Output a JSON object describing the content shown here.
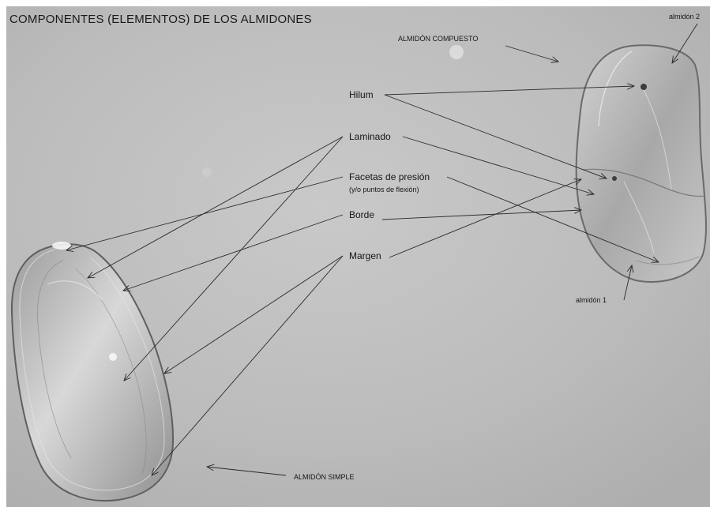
{
  "figure": {
    "title": "COMPONENTES (ELEMENTOS) DE LOS ALMIDONES",
    "labels": {
      "compound_starch": "ALMIDÓN COMPUESTO",
      "simple_starch": "ALMIDÓN SIMPLE",
      "starch_1": "almidón 1",
      "starch_2": "almidón 2",
      "hilum": "Hilum",
      "laminado": "Laminado",
      "facetas": "Facetas de presión",
      "facetas_note": "(y/o puntos de flexión)",
      "borde": "Borde",
      "margen": "Margen"
    }
  }
}
